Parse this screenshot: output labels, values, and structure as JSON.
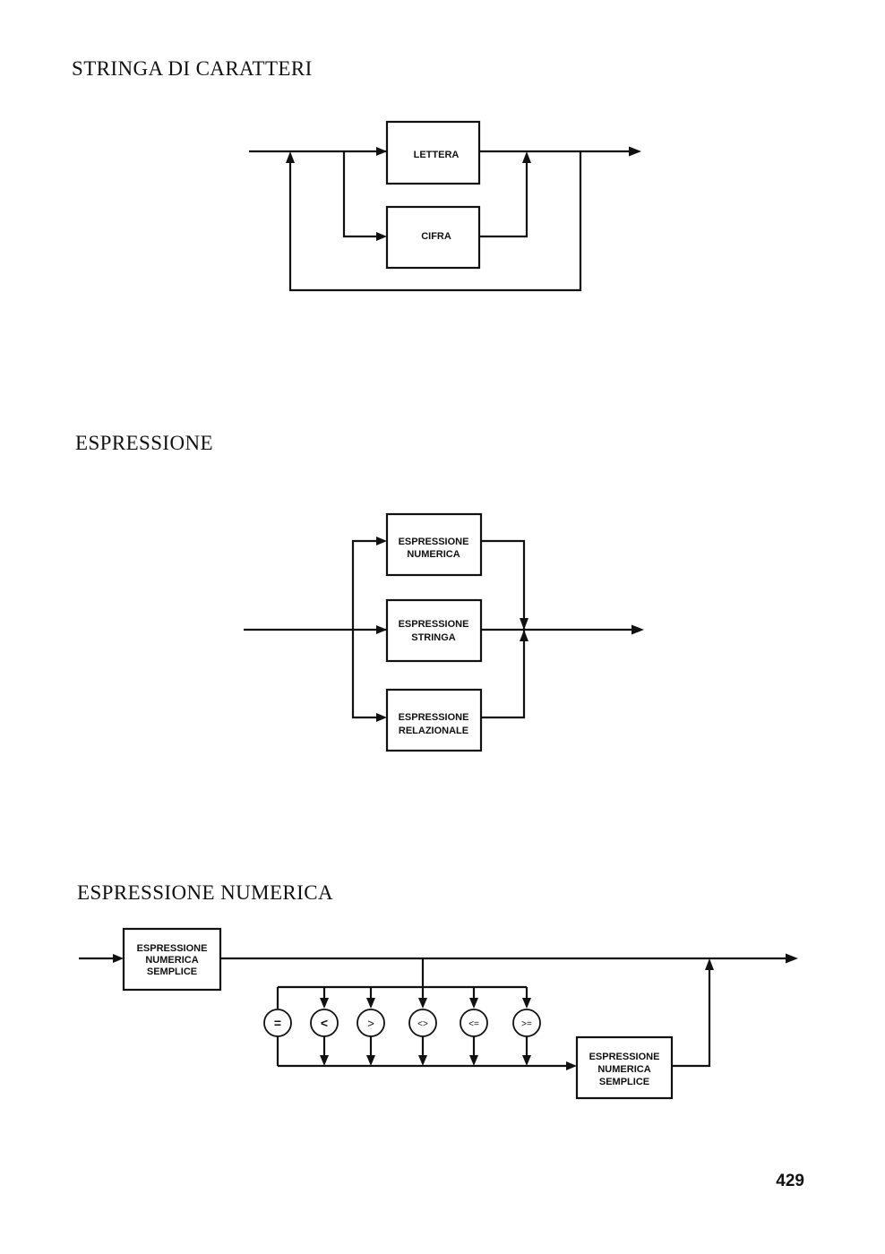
{
  "sections": [
    {
      "title": "STRINGA DI CARATTERI",
      "boxes": [
        {
          "lines": [
            "LETTERA"
          ]
        },
        {
          "lines": [
            "CIFRA"
          ]
        }
      ]
    },
    {
      "title": "ESPRESSIONE",
      "boxes": [
        {
          "lines": [
            "ESPRESSIONE",
            "NUMERICA"
          ]
        },
        {
          "lines": [
            "ESPRESSIONE",
            "STRINGA"
          ]
        },
        {
          "lines": [
            "ESPRESSIONE",
            "RELAZIONALE"
          ]
        }
      ]
    },
    {
      "title": "ESPRESSIONE NUMERICA",
      "boxes": [
        {
          "lines": [
            "ESPRESSIONE",
            "NUMERICA",
            "SEMPLICE"
          ]
        },
        {
          "lines": [
            "ESPRESSIONE",
            "NUMERICA",
            "SEMPLICE"
          ]
        }
      ],
      "operators": [
        "=",
        "<",
        ">",
        "<>",
        "<=",
        ">="
      ]
    }
  ],
  "page_number": "429"
}
